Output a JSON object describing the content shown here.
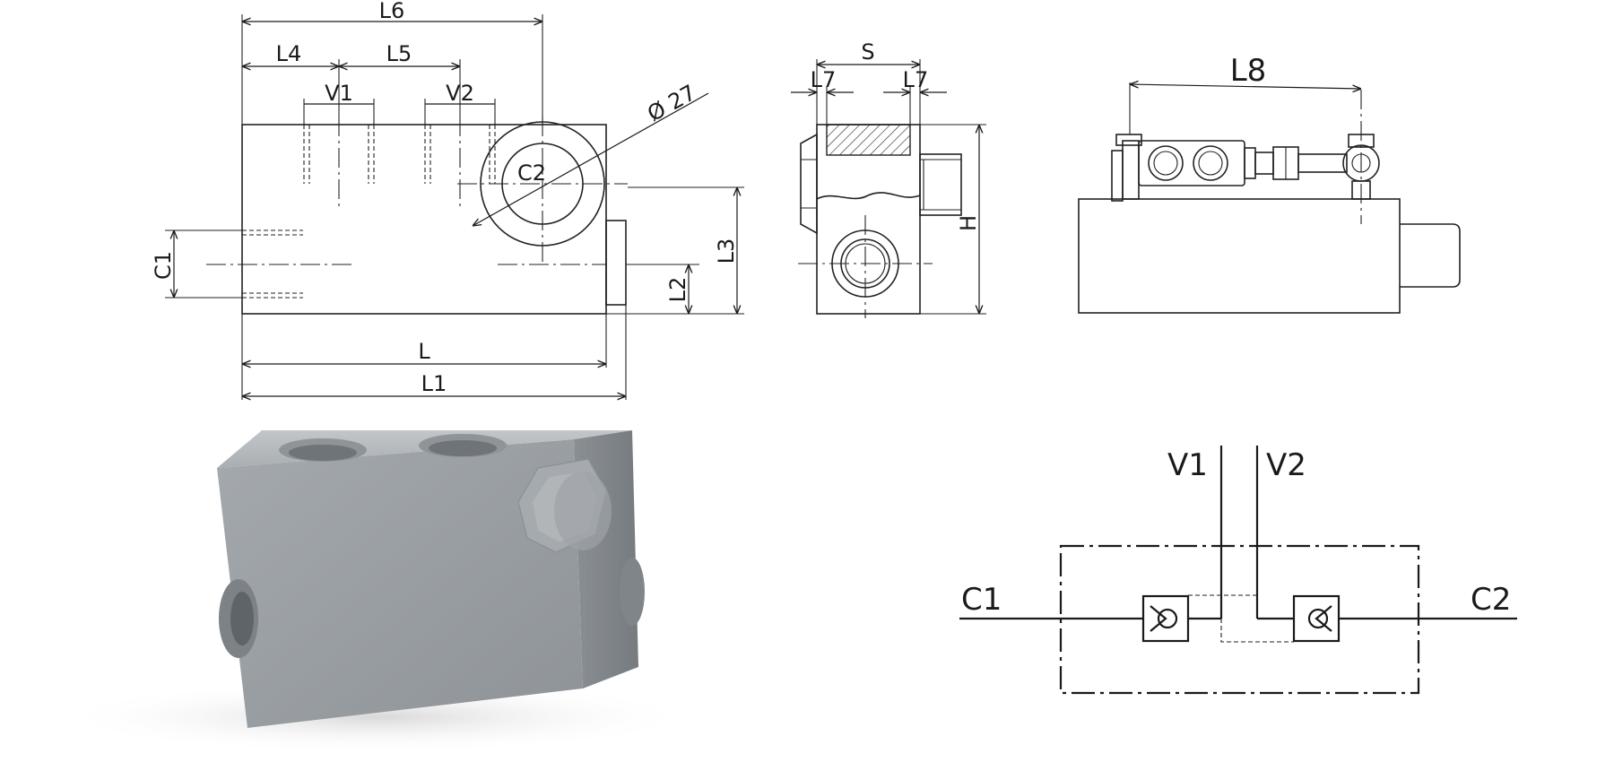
{
  "front_view": {
    "labels": {
      "L6": "L6",
      "L4": "L4",
      "L5": "L5",
      "V1": "V1",
      "V2": "V2",
      "diameter": "Ø 27",
      "C2": "C2",
      "C1": "C1",
      "L3": "L3",
      "L2": "L2",
      "L": "L",
      "L1": "L1"
    }
  },
  "side_view": {
    "labels": {
      "S": "S",
      "L7_left": "L7",
      "L7_right": "L7",
      "H": "H"
    }
  },
  "top_view": {
    "labels": {
      "L8": "L8"
    }
  },
  "schematic": {
    "labels": {
      "V1": "V1",
      "V2": "V2",
      "C1": "C1",
      "C2": "C2"
    }
  },
  "colors": {
    "line": "#1a1a1a",
    "body_light": "#b8bcbf",
    "body_mid": "#9a9fa3",
    "body_dark": "#7d8286"
  }
}
